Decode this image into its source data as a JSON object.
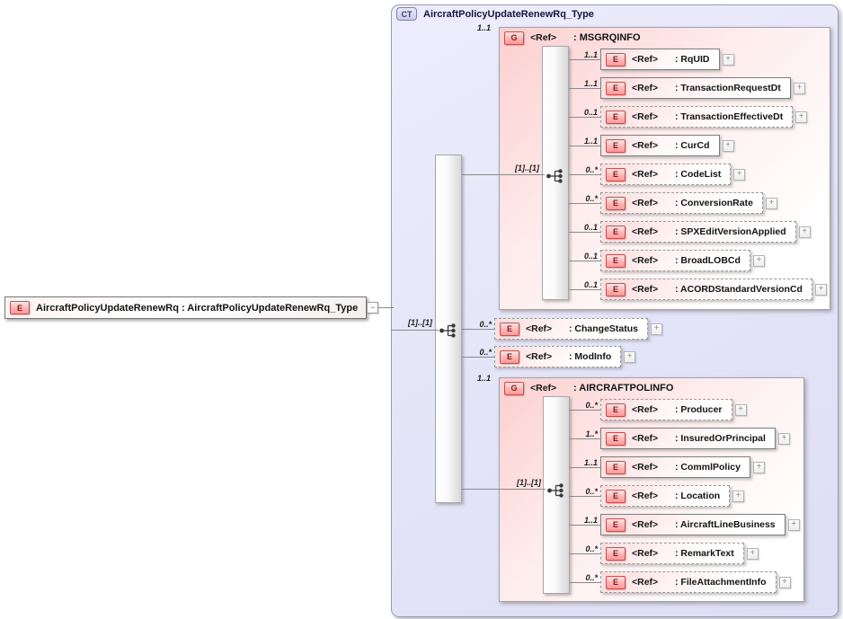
{
  "complex_type": {
    "badge": "CT",
    "title": "AircraftPolicyUpdateRenewRq_Type"
  },
  "root_element": {
    "badge": "E",
    "label": "AircraftPolicyUpdateRenewRq : AircraftPolicyUpdateRenewRq_Type",
    "collapse_glyph": "−"
  },
  "shared": {
    "ref": "<Ref>",
    "expand_glyph": "+"
  },
  "main_sequence": {
    "cardinality": "[1]..[1]"
  },
  "colors": {
    "complex_type_bg": "#e6e6f8",
    "group_pink": "#fccfcf",
    "badge_red_border": "#bf5050",
    "line_gray": "#8a8a8a"
  },
  "groups": [
    {
      "badge": "G",
      "ref": "<Ref>",
      "name": ": MSGRQINFO",
      "cardinality": "1..1",
      "sequence_cardinality": "[1]..[1]",
      "children": [
        {
          "badge": "E",
          "ref": "<Ref>",
          "name": ": RqUID",
          "cardinality": "1..1"
        },
        {
          "badge": "E",
          "ref": "<Ref>",
          "name": ": TransactionRequestDt",
          "cardinality": "1..1"
        },
        {
          "badge": "E",
          "ref": "<Ref>",
          "name": ": TransactionEffectiveDt",
          "cardinality": "0..1"
        },
        {
          "badge": "E",
          "ref": "<Ref>",
          "name": ": CurCd",
          "cardinality": "1..1"
        },
        {
          "badge": "E",
          "ref": "<Ref>",
          "name": ": CodeList",
          "cardinality": "0..*"
        },
        {
          "badge": "E",
          "ref": "<Ref>",
          "name": ": ConversionRate",
          "cardinality": "0..*"
        },
        {
          "badge": "E",
          "ref": "<Ref>",
          "name": ": SPXEditVersionApplied",
          "cardinality": "0..1"
        },
        {
          "badge": "E",
          "ref": "<Ref>",
          "name": ": BroadLOBCd",
          "cardinality": "0..1"
        },
        {
          "badge": "E",
          "ref": "<Ref>",
          "name": ": ACORDStandardVersionCd",
          "cardinality": "0..1"
        }
      ]
    },
    {
      "badge": "G",
      "ref": "<Ref>",
      "name": ": AIRCRAFTPOLINFO",
      "cardinality": "1..1",
      "sequence_cardinality": "[1]..[1]",
      "children": [
        {
          "badge": "E",
          "ref": "<Ref>",
          "name": ": Producer",
          "cardinality": "0..*"
        },
        {
          "badge": "E",
          "ref": "<Ref>",
          "name": ": InsuredOrPrincipal",
          "cardinality": "1..*"
        },
        {
          "badge": "E",
          "ref": "<Ref>",
          "name": ": CommlPolicy",
          "cardinality": "1..1"
        },
        {
          "badge": "E",
          "ref": "<Ref>",
          "name": ": Location",
          "cardinality": "0..*"
        },
        {
          "badge": "E",
          "ref": "<Ref>",
          "name": ": AircraftLineBusiness",
          "cardinality": "1..1"
        },
        {
          "badge": "E",
          "ref": "<Ref>",
          "name": ": RemarkText",
          "cardinality": "0..*"
        },
        {
          "badge": "E",
          "ref": "<Ref>",
          "name": ": FileAttachmentInfo",
          "cardinality": "0..*"
        }
      ]
    }
  ],
  "loose_elements": [
    {
      "badge": "E",
      "ref": "<Ref>",
      "name": ": ChangeStatus",
      "cardinality": "0..*"
    },
    {
      "badge": "E",
      "ref": "<Ref>",
      "name": ": ModInfo",
      "cardinality": "0..*"
    }
  ]
}
